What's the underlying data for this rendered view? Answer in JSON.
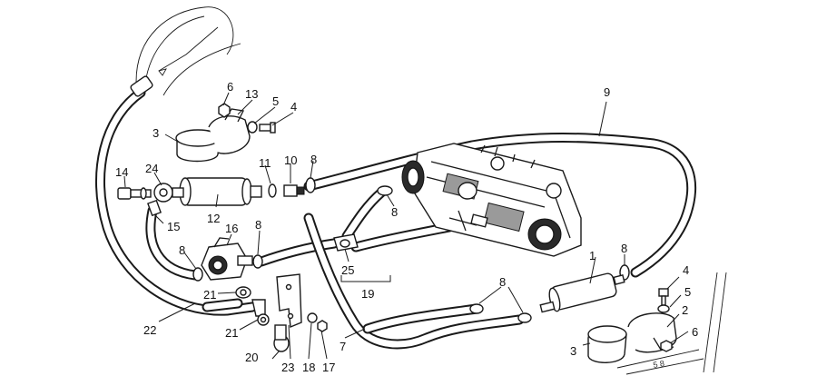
{
  "callouts": {
    "c1": "1",
    "c2": "2",
    "c3a": "3",
    "c3b": "3",
    "c4a": "4",
    "c4b": "4",
    "c5a": "5",
    "c5b": "5",
    "c6a": "6",
    "c6b": "6",
    "c7": "7",
    "c8a": "8",
    "c8b": "8",
    "c8c": "8",
    "c8d": "8",
    "c8e": "8",
    "c8f": "8",
    "c9": "9",
    "c10": "10",
    "c11": "11",
    "c12": "12",
    "c13": "13",
    "c14": "14",
    "c15": "15",
    "c16": "16",
    "c17": "17",
    "c18": "18",
    "c19": "19",
    "c20": "20",
    "c21a": "21",
    "c21b": "21",
    "c22": "22",
    "c23": "23",
    "c24": "24",
    "c25": "25"
  },
  "frame_marks": "5 8"
}
